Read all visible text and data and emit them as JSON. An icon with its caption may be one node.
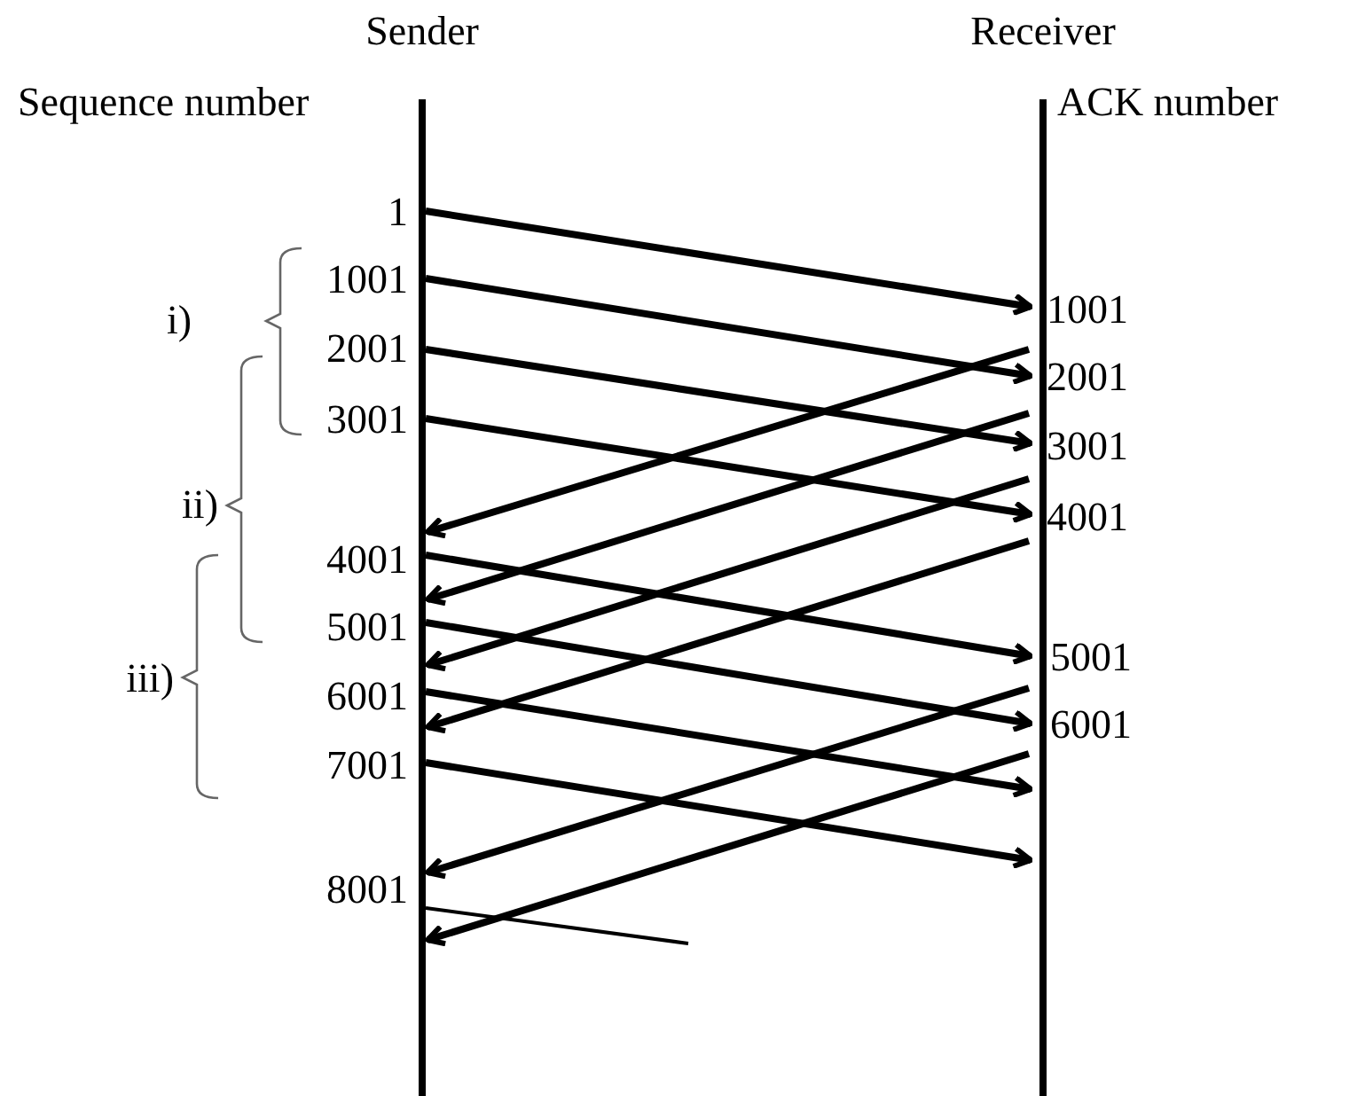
{
  "diagram": {
    "nodes": [
      {
        "text": [
          "Sender"
        ]
      },
      {
        "text": [
          "Receiver"
        ]
      }
    ],
    "edges": [
      {
        "from": 0,
        "to": 1,
        "arrow": "to"
      },
      {
        "from": 0,
        "to": 1,
        "arrow": "to"
      },
      {
        "from": 0,
        "to": 1,
        "arrow": "to"
      },
      {
        "from": 0,
        "to": 1,
        "arrow": "to"
      },
      {
        "from": 1,
        "to": 0,
        "arrow": "to"
      },
      {
        "from": 1,
        "to": 0,
        "arrow": "to"
      },
      {
        "from": 1,
        "to": 0,
        "arrow": "to"
      },
      {
        "from": 1,
        "to": 0,
        "arrow": "to"
      },
      {
        "from": 0,
        "to": 1,
        "arrow": "to"
      },
      {
        "from": 0,
        "to": 1,
        "arrow": "to"
      },
      {
        "from": 0,
        "to": 1,
        "arrow": "to"
      },
      {
        "from": 0,
        "to": 1,
        "arrow": "to"
      },
      {
        "from": 1,
        "to": 0,
        "arrow": "to"
      },
      {
        "from": 1,
        "to": 0,
        "arrow": "to"
      },
      {
        "from": 0,
        "to": null,
        "arrow": "none"
      }
    ],
    "labels": [
      "Sequence number",
      "ACK number",
      "1",
      "1001",
      "1001",
      "i)",
      "2001",
      "2001",
      "3001",
      "3001",
      "ii)",
      "4001",
      "4001",
      "5001",
      "5001",
      "iii)",
      "6001",
      "6001",
      "7001",
      "8001"
    ]
  }
}
